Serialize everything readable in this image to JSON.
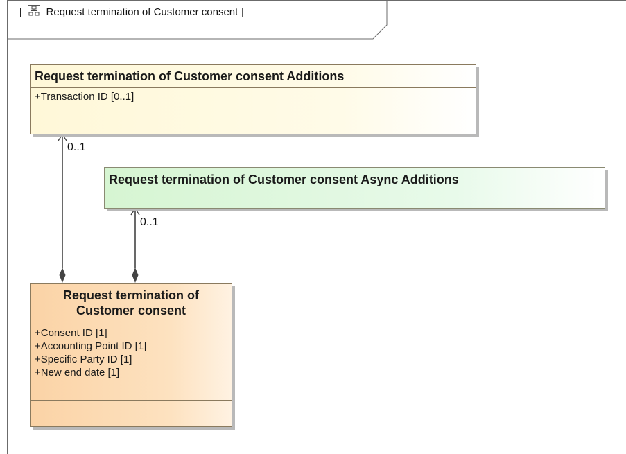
{
  "frame": {
    "title": "Request termination of Customer consent",
    "open_bracket": "[",
    "close_bracket": "]"
  },
  "classes": {
    "additions": {
      "name": "Request termination of Customer consent Additions",
      "attributes": [
        "+Transaction ID [0..1]"
      ]
    },
    "async_additions": {
      "name": "Request termination of Customer consent Async Additions",
      "attributes": []
    },
    "main": {
      "name_line1": "Request termination of",
      "name_line2": "Customer consent",
      "attributes": [
        "+Consent ID [1]",
        "+Accounting Point ID [1]",
        "+Specific Party ID [1]",
        "+New end date [1]"
      ]
    }
  },
  "associations": [
    {
      "from": "main",
      "to": "additions",
      "multiplicity": "0..1",
      "kind": "composition"
    },
    {
      "from": "main",
      "to": "async_additions",
      "multiplicity": "0..1",
      "kind": "composition"
    }
  ]
}
